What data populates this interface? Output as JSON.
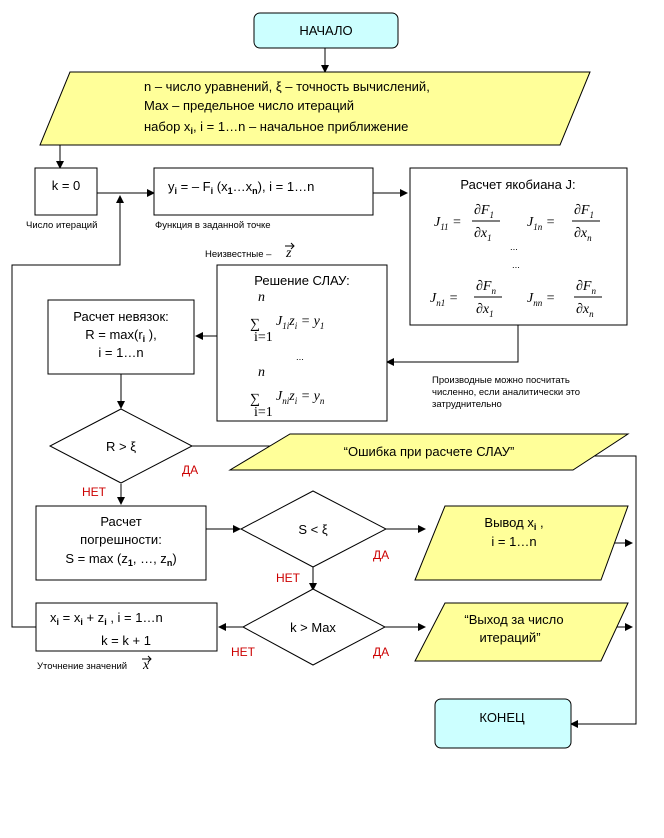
{
  "start": "НАЧАЛО",
  "input": {
    "line1": "n – число уравнений, ξ – точность вычислений,",
    "line2": "Max – предельное число итераций",
    "line3a": "набор x",
    "line3b": "i",
    "line3c": ",  i = 1…n – начальное приближение"
  },
  "init": {
    "text": "k = 0",
    "caption": "Число итераций"
  },
  "func": {
    "text": "y",
    "sub": "i",
    "text2": " = – F",
    "sub2": "i",
    "text3": " (x",
    "sub3": "1",
    "text4": "…x",
    "sub4": "n",
    "text5": "), i = 1…n",
    "caption": "Функция в заданной точке"
  },
  "jacobian": {
    "title": "Расчет якобиана J:",
    "dots": "...",
    "note1": "Производные можно посчитать",
    "note2": "численно, если аналитически это",
    "note3": "затруднительно"
  },
  "slau": {
    "unknown": "Неизвестные –",
    "title": "Решение СЛАУ:",
    "dots": "..."
  },
  "residual": {
    "line1": "Расчет невязок:",
    "line2": "R = max(r",
    "sub": "i",
    "line2b": " ),",
    "line3": "i = 1…n"
  },
  "cond1": "R > ξ",
  "error_out": "“Ошибка при расчете СЛАУ”",
  "error_calc": {
    "line1": "Расчет",
    "line2": "погрешности:",
    "line3": "S = max (z",
    "sub1": "1",
    "line3b": ", …, z",
    "sub2": "n",
    "line3c": ")"
  },
  "cond2": "S < ξ",
  "output": {
    "line1": "Вывод x",
    "sub": "i",
    "line1b": " ,",
    "line2": "i = 1…n"
  },
  "update": {
    "line1": "x",
    "s1": "i",
    "line1b": " = x",
    "s2": "i",
    "line1c": " + z",
    "s3": "i",
    "line1d": " , i = 1…n",
    "line2": "k = k + 1",
    "caption": "Уточнение значений"
  },
  "cond3": "k > Max",
  "overflow": {
    "line1": "“Выход за число",
    "line2": "итераций”"
  },
  "end": "КОНЕЦ",
  "labels": {
    "yes": "ДА",
    "no": "НЕТ"
  }
}
